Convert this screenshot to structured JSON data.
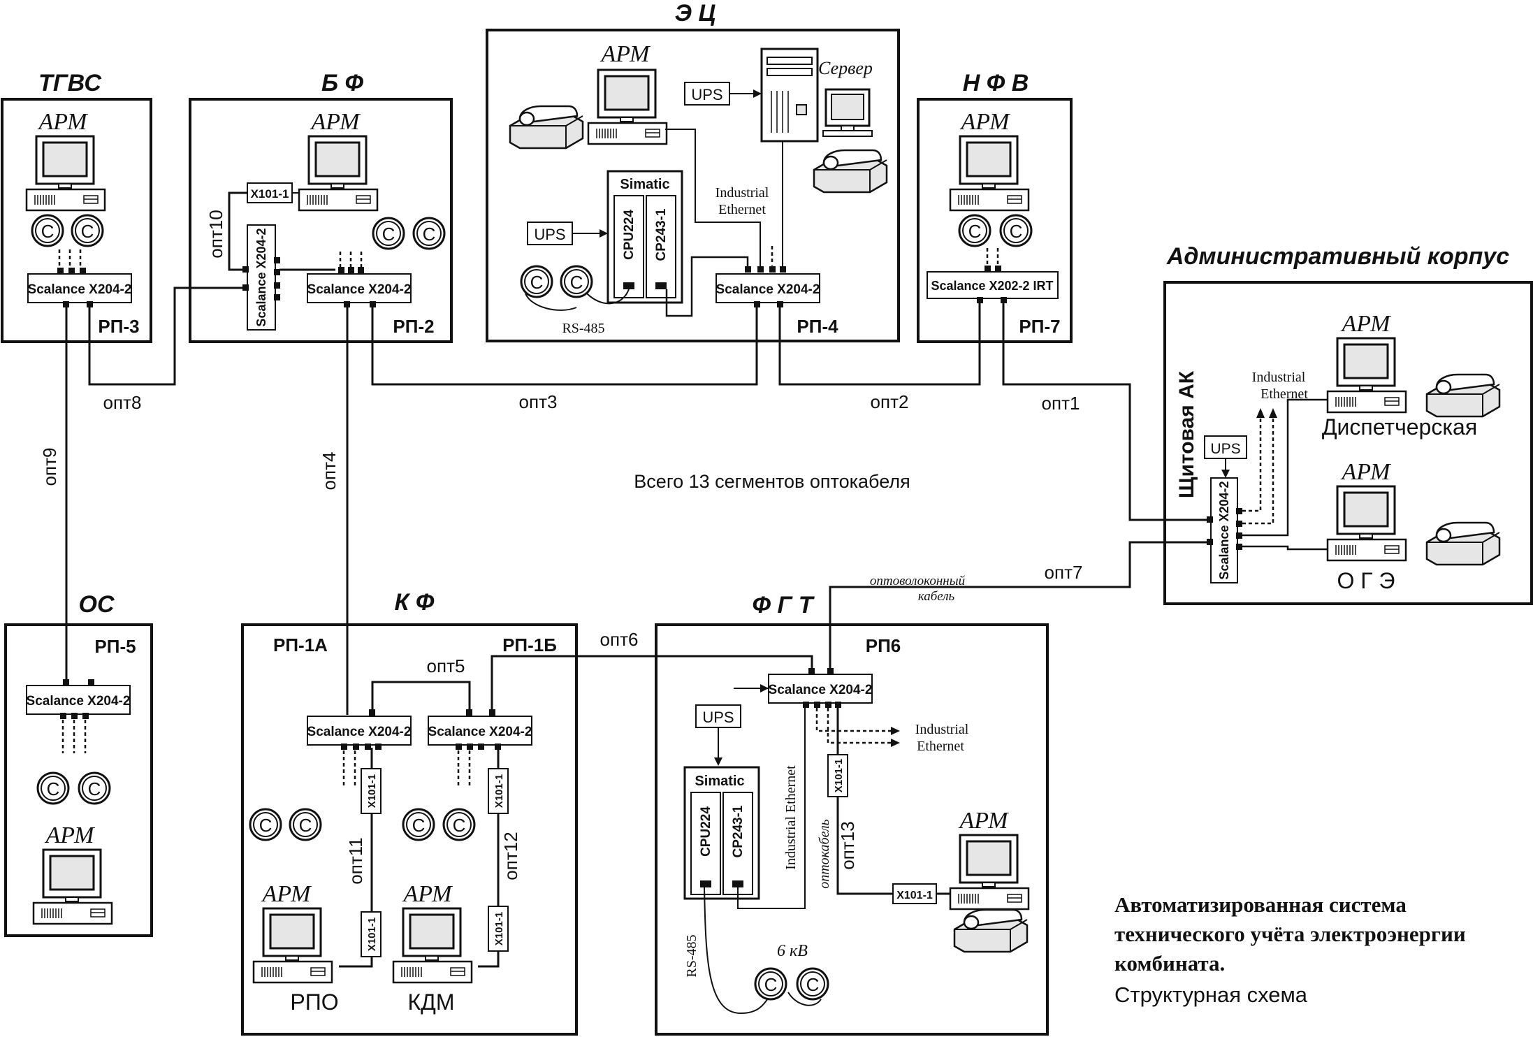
{
  "sections": {
    "tgvs": {
      "title": "ТГВС",
      "rp": "РП-3",
      "arm": "АРМ",
      "switch": "Scalance X204-2"
    },
    "bf": {
      "title": "Б Ф",
      "rp": "РП-2",
      "arm": "АРМ",
      "switch": "Scalance X204-2",
      "switch_v": "Scalance X204-2",
      "x101": "X101-1"
    },
    "ec": {
      "title": "Э Ц",
      "rp": "РП-4",
      "arm": "АРМ",
      "server": "Сервер",
      "ups1": "UPS",
      "ups2": "UPS",
      "simatic": "Simatic",
      "cpu": "CPU224",
      "cp": "CP243-1",
      "ie": "Industrial\nEthernet",
      "rs485": "RS-485",
      "switch": "Scalance X204-2"
    },
    "nfv": {
      "title": "Н Ф В",
      "rp": "РП-7",
      "arm": "АРМ",
      "switch": "Scalance X202-2 IRT"
    },
    "ak": {
      "title": "Административный корпус",
      "panel": "Щитовая АК",
      "ups": "UPS",
      "ie": "Industrial\nEthernet",
      "arm1": "АРМ",
      "room1": "Диспетчерская",
      "arm2": "АРМ",
      "room2": "О Г Э",
      "switch": "Scalance X204-2"
    },
    "os": {
      "title": "ОС",
      "rp": "РП-5",
      "arm": "АРМ",
      "switch": "Scalance X204-2"
    },
    "kf": {
      "title": "К Ф",
      "rp_a": "РП-1А",
      "rp_b": "РП-1Б",
      "switch_a": "Scalance X204-2",
      "switch_b": "Scalance X204-2",
      "x101": "X101-1",
      "arm1": "АРМ",
      "arm2": "АРМ",
      "room1": "РПО",
      "room2": "КДМ"
    },
    "fgt": {
      "title": "Ф Г Т",
      "rp": "РП6",
      "ups": "UPS",
      "simatic": "Simatic",
      "cpu": "CPU224",
      "cp": "CP243-1",
      "switch": "Scalance X204-2",
      "ie": "Industrial\nEthernet",
      "ie_v": "Industrial Ethernet",
      "optocable_v": "оптокабель",
      "x101": "X101-1",
      "arm": "АРМ",
      "rs485": "RS-485",
      "kv": "6 кВ"
    }
  },
  "links": {
    "opt1": "опт1",
    "opt2": "опт2",
    "opt3": "опт3",
    "opt4": "опт4",
    "opt5": "опт5",
    "opt6": "опт6",
    "opt7": "опт7",
    "opt8": "опт8",
    "opt9": "опт9",
    "opt10": "опт10",
    "opt11": "опт11",
    "opt12": "опт12",
    "opt13": "опт13"
  },
  "fiber_note": "оптоволоконный\nкабель",
  "total_note": "Всего 13 сегментов оптокабеля",
  "meter_label": "С",
  "caption": {
    "title": "Автоматизированная система\nтехнического учёта электроэнергии\nкомбината.",
    "subtitle": "Структурная схема"
  }
}
